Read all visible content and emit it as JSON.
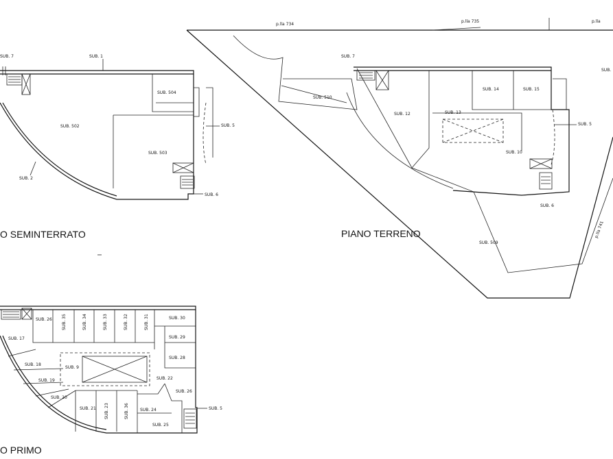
{
  "titles": {
    "seminterrato": "O SEMINTERRATO",
    "terreno": "PIANO TERRENO",
    "primo": "O PRIMO"
  },
  "parcels": {
    "p734": "p.lla 734",
    "p735": "p.lla 735",
    "p741": "p.lla 741",
    "p_edge": "p.lla"
  },
  "seminterrato": {
    "sub1": "SUB. 1",
    "sub502": "SUB. 502",
    "sub504": "SUB. 504",
    "sub503": "SUB. 503",
    "sub2": "SUB. 2",
    "sub5": "SUB. 5",
    "sub6": "SUB. 6",
    "sub7": "SUB. 7"
  },
  "terreno": {
    "sub7": "SUB. 7",
    "sub510": "SUB. 510",
    "sub14": "SUB. 14",
    "sub15": "SUB. 15",
    "sub12": "SUB. 12",
    "sub13": "SUB. 13",
    "sub5": "SUB. 5",
    "sub10": "SUB. 10",
    "sub6": "SUB. 6",
    "sub509": "SUB. 509",
    "sub_edge": "SUB."
  },
  "primo": {
    "sub26a": "SUB. 26",
    "sub35": "SUB. 35",
    "sub34": "SUB. 34",
    "sub33": "SUB. 33",
    "sub32": "SUB. 32",
    "sub31": "SUB. 31",
    "sub30": "SUB. 30",
    "sub17": "SUB. 17",
    "sub29": "SUB. 29",
    "sub28": "SUB. 28",
    "sub18": "SUB. 18",
    "sub9": "SUB. 9",
    "sub19": "SUB. 19",
    "sub22": "SUB. 22",
    "sub20": "SUB. 20",
    "sub26b": "SUB. 26",
    "sub21": "SUB. 21",
    "sub23": "SUB. 23",
    "sub36": "SUB. 36",
    "sub24": "SUB. 24",
    "sub5": "SUB. 5",
    "sub25": "SUB. 25"
  }
}
